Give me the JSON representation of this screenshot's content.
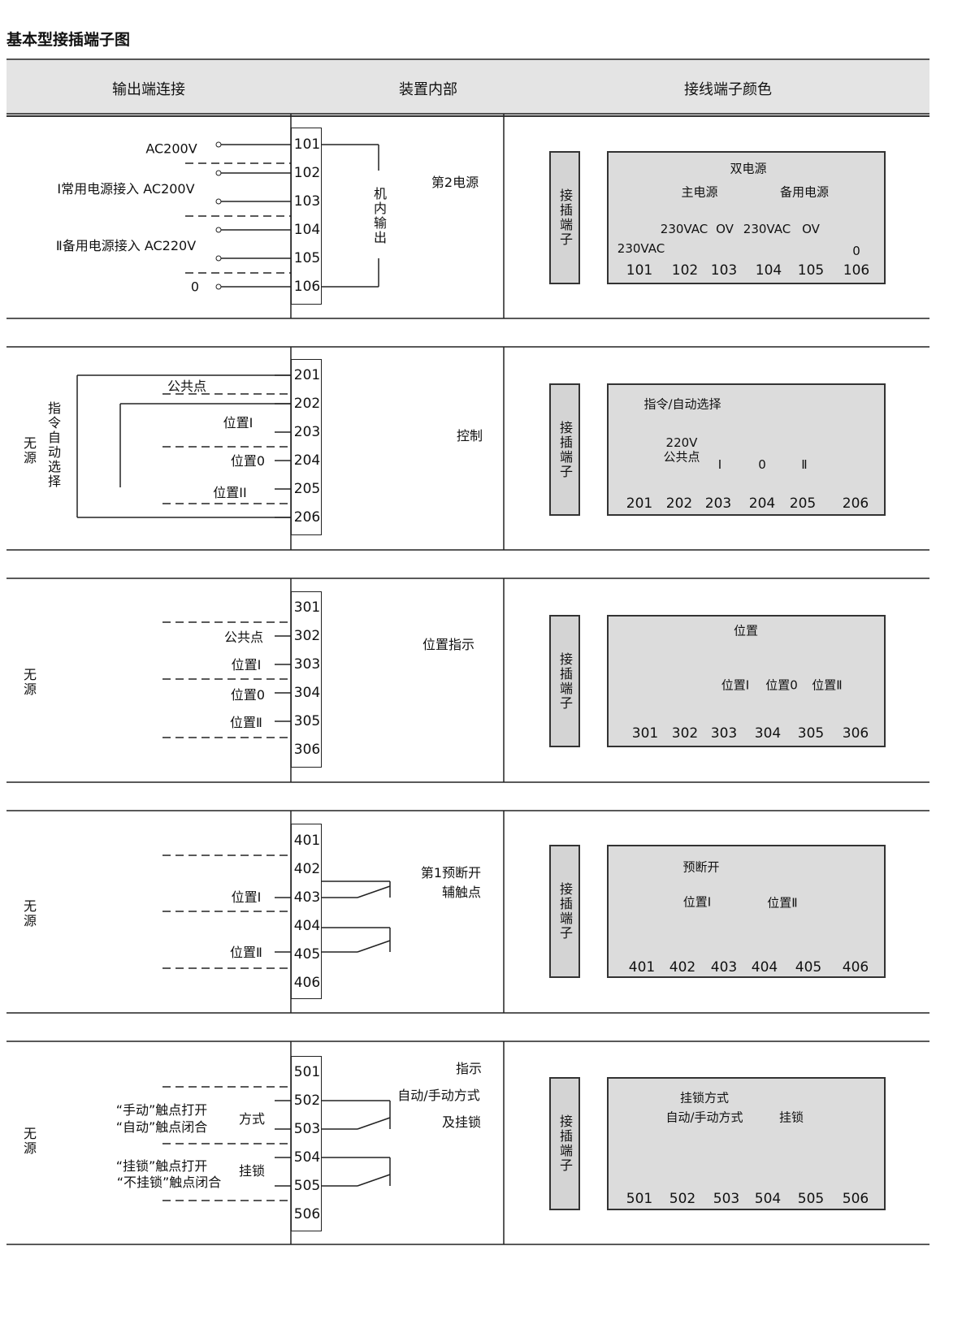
{
  "title": "基本型接插端子图",
  "header": {
    "col1": "输出端连接",
    "col2": "装置内部",
    "col3": "接线端子颜色"
  },
  "sections": [
    {
      "terminals": [
        "101",
        "102",
        "103",
        "104",
        "105",
        "106"
      ],
      "left_labels": [
        "AC200V",
        "Ⅰ常用电源接入 AC200V",
        "Ⅱ备用电源接入 AC220V",
        "0"
      ],
      "inner_label": "机内输出",
      "middle_labels": [
        "第2电源"
      ],
      "panel": {
        "side_label": "接插端子",
        "labels": [
          "双电源",
          "主电源",
          "备用电源",
          "230VAC",
          "OV",
          "230VAC",
          "OV",
          "230VAC",
          "0"
        ],
        "numbers": [
          "101",
          "102",
          "103",
          "104",
          "105",
          "106"
        ]
      }
    },
    {
      "terminals": [
        "201",
        "202",
        "203",
        "204",
        "205",
        "206"
      ],
      "left_labels": [
        "无源",
        "指令自动选择",
        "公共点",
        "位置Ⅰ",
        "位置0",
        "位置ⅠⅠ"
      ],
      "middle_labels": [
        "控制"
      ],
      "panel": {
        "side_label": "接插端子",
        "labels": [
          "指令/自动选择",
          "220V",
          "公共点",
          "Ⅰ",
          "0",
          "Ⅱ"
        ],
        "numbers": [
          "201",
          "202",
          "203",
          "204",
          "205",
          "206"
        ]
      }
    },
    {
      "terminals": [
        "301",
        "302",
        "303",
        "304",
        "305",
        "306"
      ],
      "left_labels": [
        "无源",
        "公共点",
        "位置Ⅰ",
        "位置0",
        "位置Ⅱ"
      ],
      "middle_labels": [
        "位置指示"
      ],
      "panel": {
        "side_label": "接插端子",
        "labels": [
          "位置",
          "位置Ⅰ",
          "位置0",
          "位置Ⅱ"
        ],
        "numbers": [
          "301",
          "302",
          "303",
          "304",
          "305",
          "306"
        ]
      }
    },
    {
      "terminals": [
        "401",
        "402",
        "403",
        "404",
        "405",
        "406"
      ],
      "left_labels": [
        "无源",
        "位置Ⅰ",
        "位置Ⅱ"
      ],
      "middle_labels": [
        "第1预断开",
        "辅触点"
      ],
      "panel": {
        "side_label": "接插端子",
        "labels": [
          "预断开",
          "位置Ⅰ",
          "位置Ⅱ"
        ],
        "numbers": [
          "401",
          "402",
          "403",
          "404",
          "405",
          "406"
        ]
      }
    },
    {
      "terminals": [
        "501",
        "502",
        "503",
        "504",
        "505",
        "506"
      ],
      "left_labels": [
        "无源",
        "“手动”触点打开",
        "“自动”触点闭合",
        "方式",
        "“挂锁”触点打开",
        "“不挂锁”触点闭合",
        "挂锁"
      ],
      "middle_labels": [
        "指示",
        "自动/手动方式",
        "及挂锁"
      ],
      "panel": {
        "side_label": "接插端子",
        "labels": [
          "挂锁方式",
          "自动/手动方式",
          "挂锁"
        ],
        "numbers": [
          "501",
          "502",
          "503",
          "504",
          "505",
          "506"
        ]
      }
    }
  ]
}
